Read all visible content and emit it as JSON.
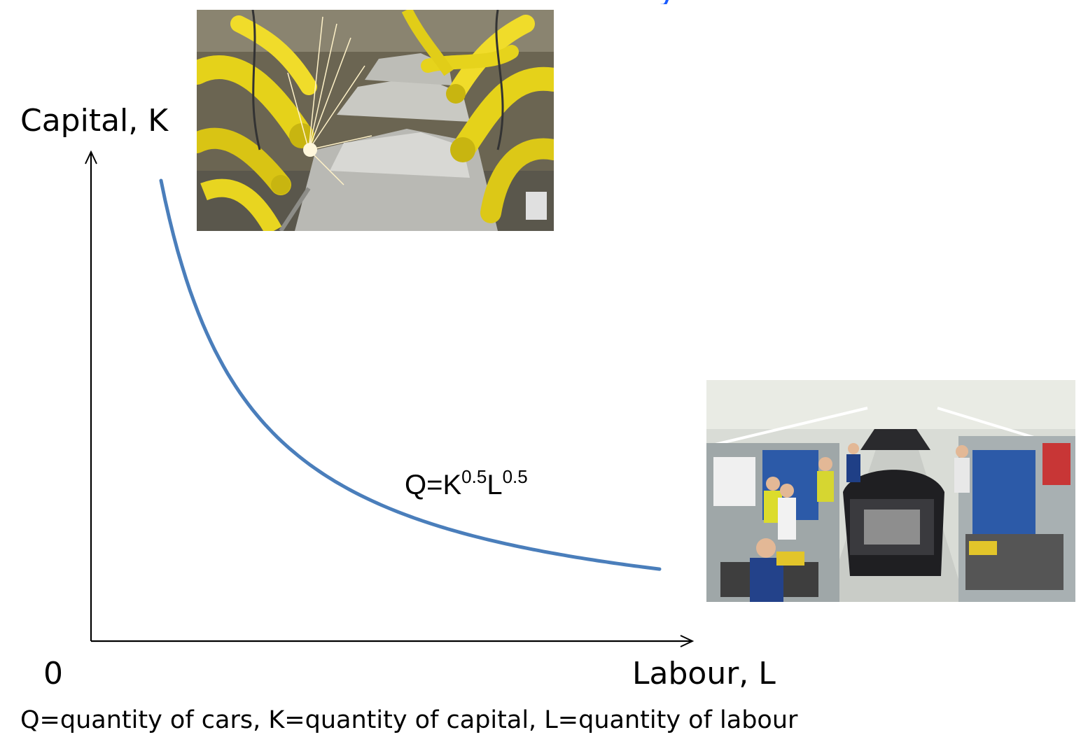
{
  "slide": {
    "partial_title": "y"
  },
  "chart_data": {
    "type": "line",
    "xlabel": "Labour, L",
    "ylabel": "Capital, K",
    "origin_label": "0",
    "equation": {
      "base": "Q=K",
      "k_exponent": "0.5",
      "l_base": "L",
      "l_exponent": "0.5"
    },
    "curve": {
      "form": "K*L = constant",
      "color": "#4a7ebb"
    },
    "footnote": "Q=quantity of cars, K=quantity of capital, L=quantity of labour"
  },
  "images": {
    "robots": {
      "icon": "robotic-assembly-line-photo"
    },
    "workers": {
      "icon": "manual-assembly-line-photo"
    }
  }
}
